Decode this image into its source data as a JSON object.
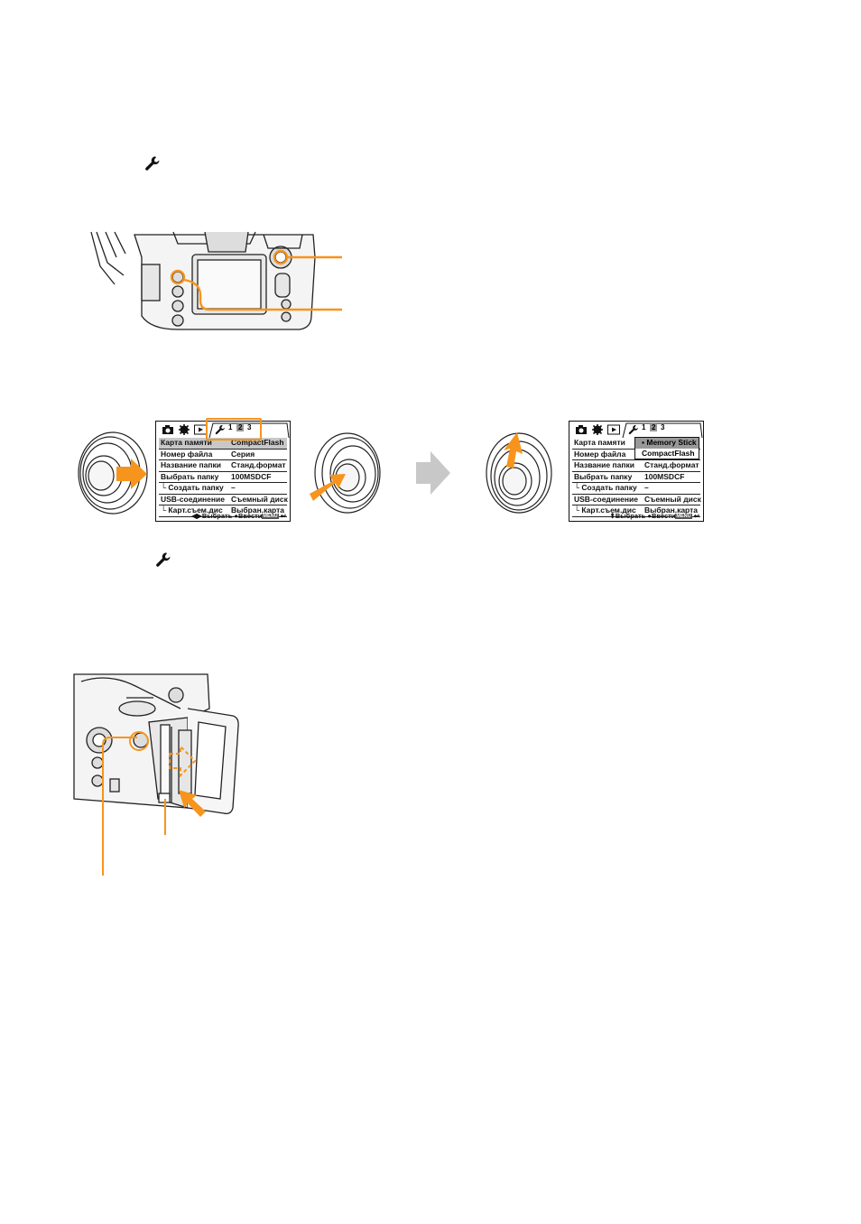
{
  "icons": {
    "step_icon": "wrench-icon",
    "flow_arrow": "arrow-right-icon"
  },
  "colors": {
    "accent": "#f7941d",
    "menu_highlight": "#c8c8c8",
    "flow_arrow": "#c8c8c8"
  },
  "screen_left": {
    "tab_numbers": [
      "1",
      "2",
      "3"
    ],
    "active_tab": "2",
    "rows": [
      {
        "key": "Карта памяти",
        "value": "CompactFlash"
      },
      {
        "key": "Номер файла",
        "value": "Серия"
      },
      {
        "key": "Название папки",
        "value": "Станд.формат"
      },
      {
        "key": "Выбрать папку",
        "value": "100MSDCF"
      },
      {
        "key": "└ Создать папку",
        "value": "–"
      },
      {
        "key": "USB-соединение",
        "value": "Съемный диск"
      },
      {
        "key": "└ Карт.съем.дис",
        "value": "Выбран.карта"
      }
    ],
    "footer_select": "Выбрать",
    "footer_enter": "Ввести",
    "menu_badge": "MENU"
  },
  "screen_right": {
    "tab_numbers": [
      "1",
      "2",
      "3"
    ],
    "active_tab": "2",
    "rows": [
      {
        "key": "Карта памяти",
        "value": ""
      },
      {
        "key": "Номер файла",
        "value": ""
      },
      {
        "key": "Название папки",
        "value": "Станд.формат"
      },
      {
        "key": "Выбрать папку",
        "value": "100MSDCF"
      },
      {
        "key": "└ Создать папку",
        "value": "–"
      },
      {
        "key": "USB-соединение",
        "value": "Съемный диск"
      },
      {
        "key": "└ Карт.съем.дис",
        "value": "Выбран.карта"
      }
    ],
    "popup_options": [
      "Memory Stick",
      "CompactFlash"
    ],
    "popup_selected": "Memory Stick",
    "footer_select": "Выбрать",
    "footer_enter": "Ввести",
    "menu_badge": "MENU"
  }
}
